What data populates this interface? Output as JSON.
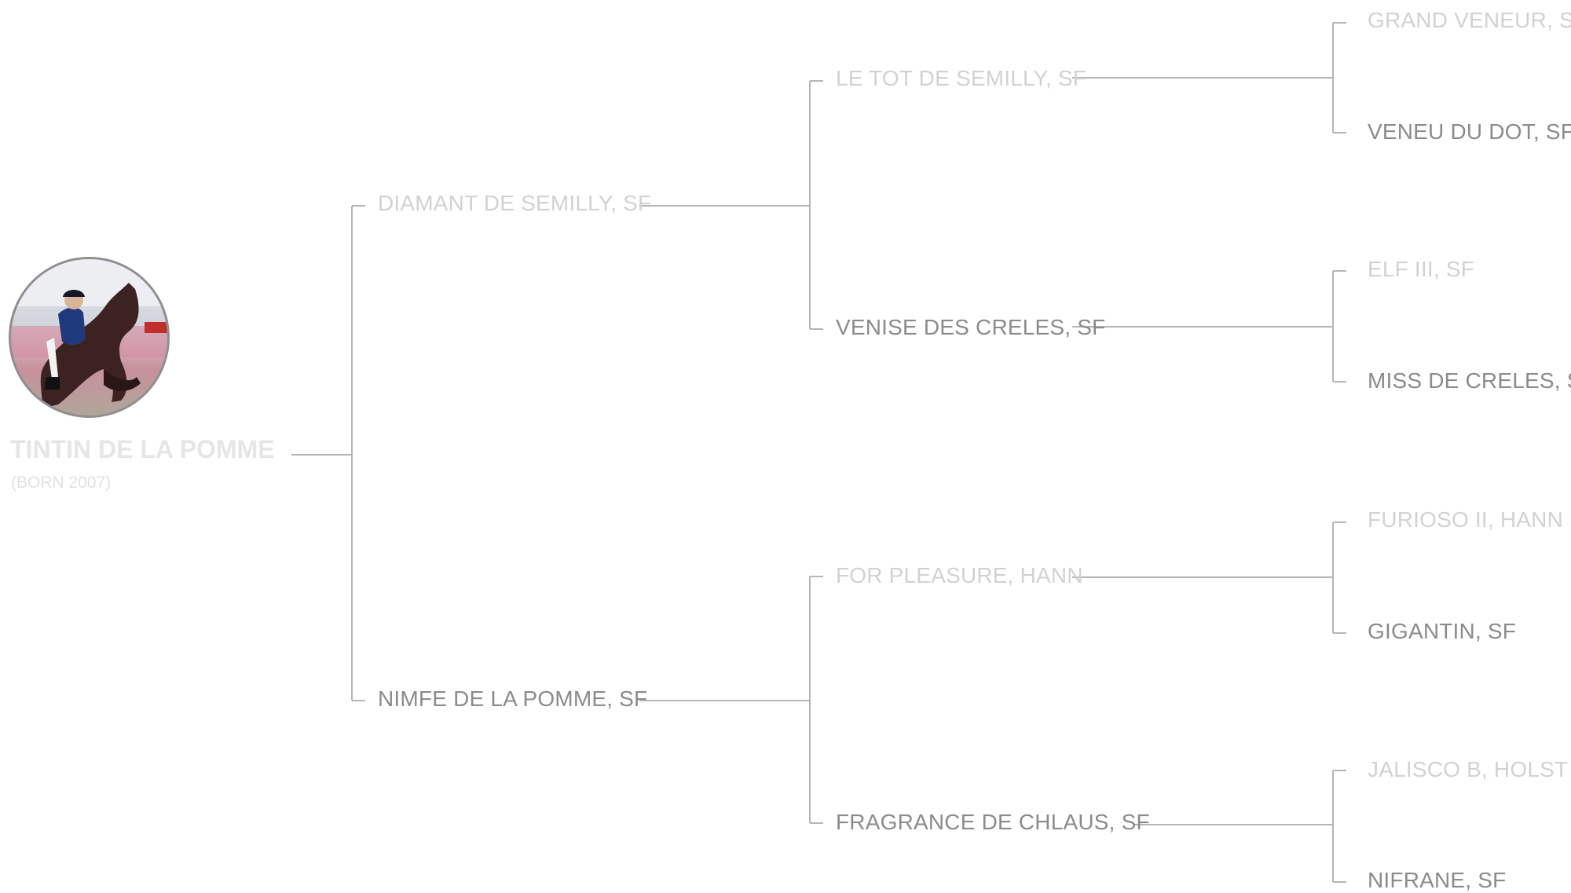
{
  "subject": {
    "name": "TINTIN DE LA POMME",
    "born": "(BORN 2007)",
    "photo_icon": "rider-jumping-horse-photo"
  },
  "parents": {
    "sire": "DIAMANT DE SEMILLY, SF",
    "dam": "NIMFE DE LA POMME, SF"
  },
  "grandparents": {
    "sire_sire": "LE TOT DE SEMILLY, SF",
    "sire_dam": "VENISE DES CRELES, SF",
    "dam_sire": "FOR PLEASURE, HANN",
    "dam_dam": "FRAGRANCE DE CHLAUS, SF"
  },
  "great_grandparents": {
    "g1": "GRAND VENEUR, SF",
    "g2": "VENEU DU DOT, SF",
    "g3": "ELF III, SF",
    "g4": "MISS DE CRELES, SF",
    "g5": "FURIOSO II, HANN",
    "g6": "GIGANTIN, SF",
    "g7": "JALISCO B, HOLST",
    "g8": "NIFRANE, SF"
  },
  "colors": {
    "line": "#b5b5b5",
    "sire_text": "#d2d2d2",
    "dam_text": "#8b8b8b"
  }
}
